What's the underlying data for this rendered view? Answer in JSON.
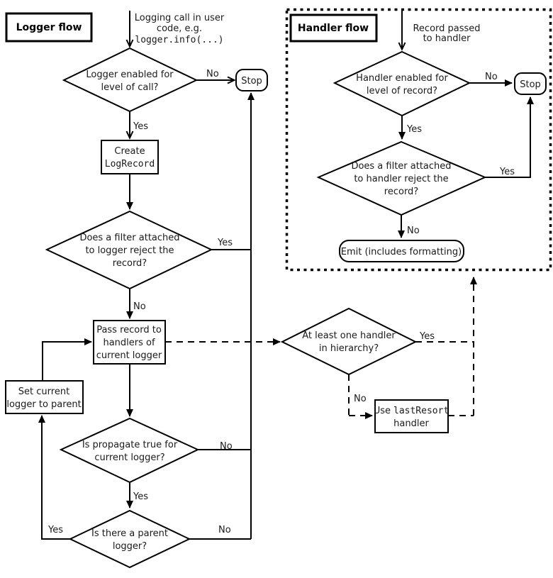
{
  "colors": {
    "line": "#000000",
    "background": "#ffffff",
    "text": "#1a1a1a"
  },
  "labels": {
    "yes": "Yes",
    "no": "No"
  },
  "logger_flow": {
    "title": "Logger flow",
    "entry": {
      "line1": "Logging call in user",
      "line2": "code, e.g.",
      "code": "logger.info(...)"
    },
    "decision_enabled": {
      "line1": "Logger enabled for",
      "line2": "level of call?"
    },
    "stop": "Stop",
    "create_logrecord": {
      "line1": "Create",
      "code": "LogRecord"
    },
    "decision_filter": {
      "line1": "Does a filter attached",
      "line2": "to logger reject the",
      "line3": "record?"
    },
    "pass_record": {
      "line1": "Pass record to",
      "line2": "handlers of",
      "line3": "current logger"
    },
    "set_current_logger": {
      "line1": "Set current",
      "line2": "logger to parent"
    },
    "decision_propagate": {
      "line1": "Is propagate true for",
      "line2": "current logger?"
    },
    "decision_parent": {
      "line1": "Is there a parent",
      "line2": "logger?"
    }
  },
  "hierarchy": {
    "decision_handler": {
      "line1": "At least one handler",
      "line2": "in hierarchy?"
    },
    "use_lastresort": {
      "pre": "Use",
      "code": "lastResort",
      "line2": "handler"
    }
  },
  "handler_flow": {
    "title": "Handler flow",
    "entry": {
      "line1": "Record passed",
      "line2": "to handler"
    },
    "decision_enabled": {
      "line1": "Handler enabled for",
      "line2": "level of record?"
    },
    "decision_filter": {
      "line1": "Does a filter attached",
      "line2": "to handler reject the",
      "line3": "record?"
    },
    "emit": "Emit (includes formatting)",
    "stop": "Stop"
  }
}
